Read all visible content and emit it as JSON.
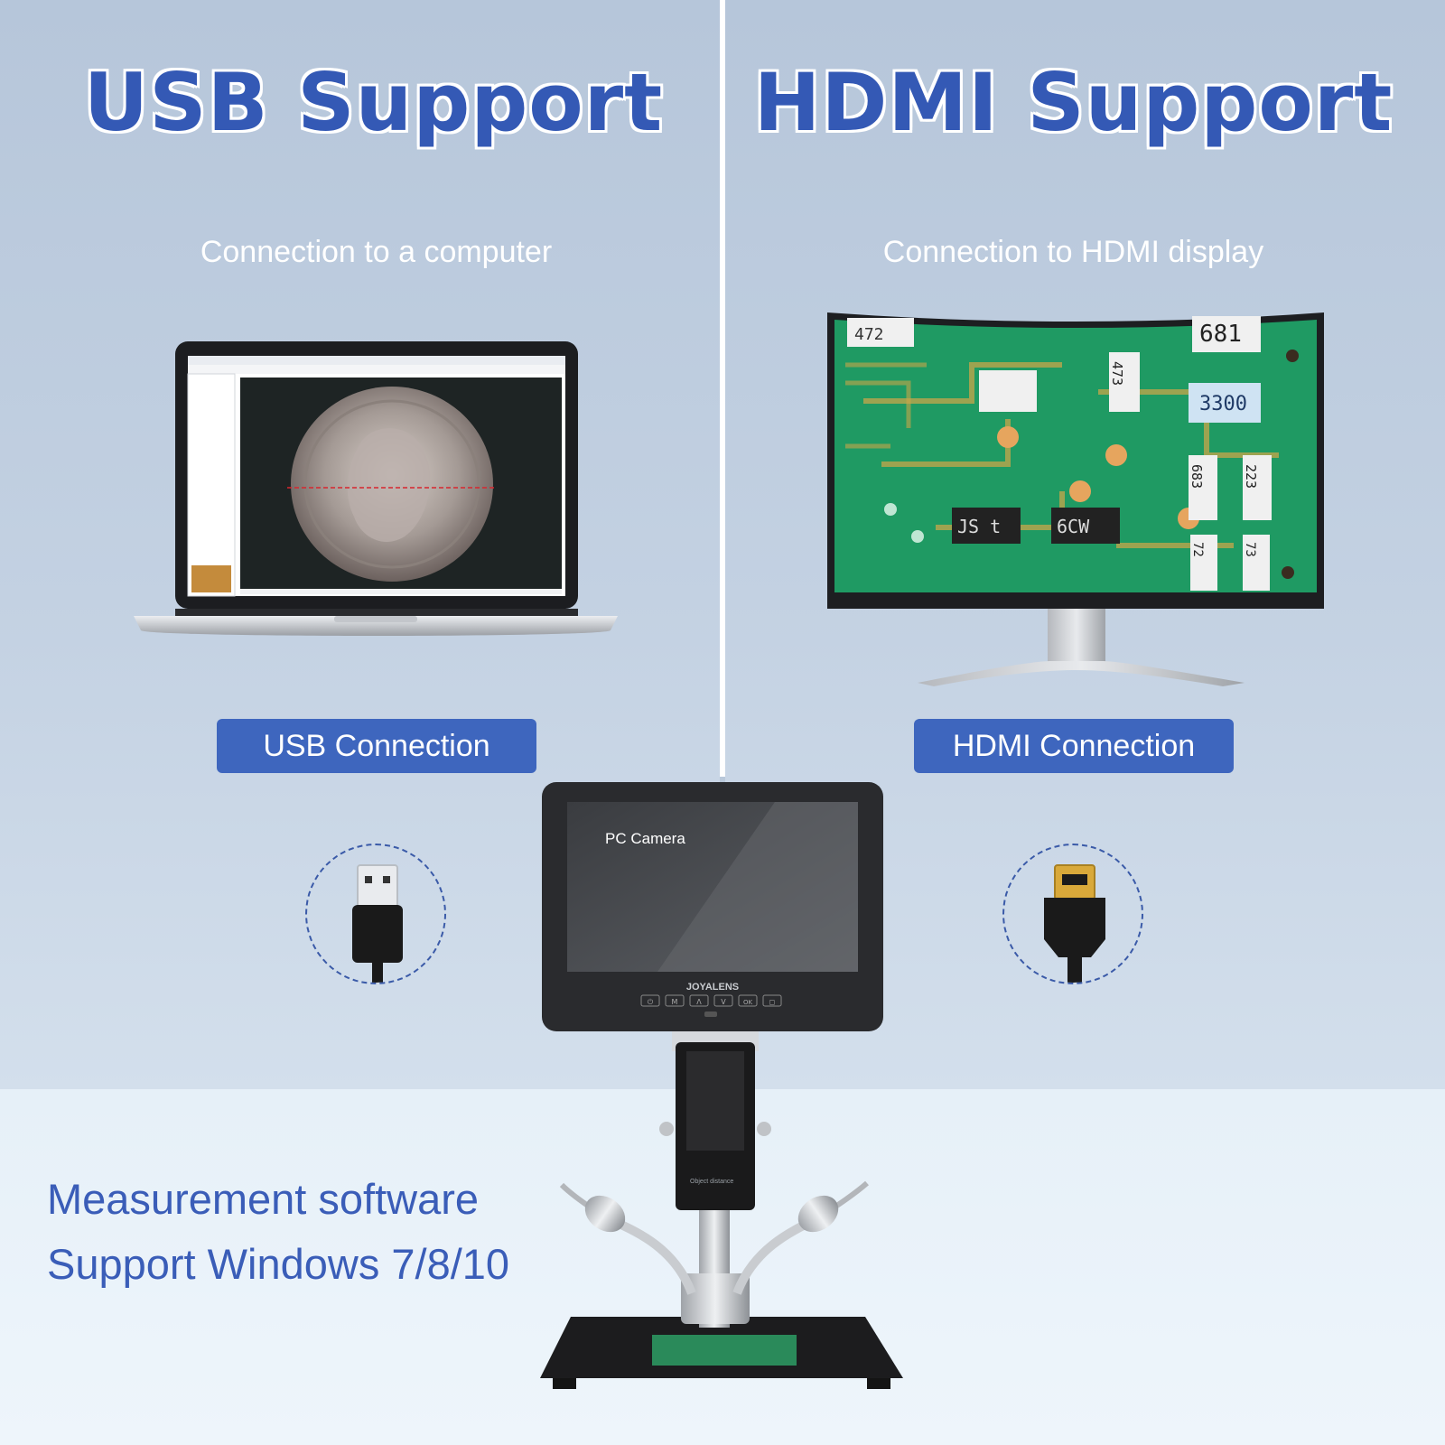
{
  "left": {
    "headline": "USB Support",
    "subline": "Connection to a computer",
    "button": "USB Connection"
  },
  "right": {
    "headline": "HDMI Support",
    "subline": "Connection to HDMI display",
    "button": "HDMI Connection"
  },
  "device": {
    "screen_label": "PC Camera",
    "brand": "JOYALENS",
    "button_glyphs": [
      "⏻",
      "M",
      "Λ",
      "V",
      "OK",
      "◻"
    ]
  },
  "pcb_labels": [
    "472",
    "681",
    "473",
    "3300",
    "683",
    "223",
    "JS t",
    "6CW",
    "72",
    "73"
  ],
  "bottom": {
    "line1": "Measurement software",
    "line2": "Support Windows 7/8/10"
  },
  "colors": {
    "accent": "#3e66be",
    "headline": "#3459b5",
    "panel": "#c3d1e2",
    "pcb": "#1f9a63"
  },
  "icons": [
    "laptop-icon",
    "monitor-icon",
    "usb-plug-icon",
    "hdmi-plug-icon",
    "microscope-icon"
  ]
}
